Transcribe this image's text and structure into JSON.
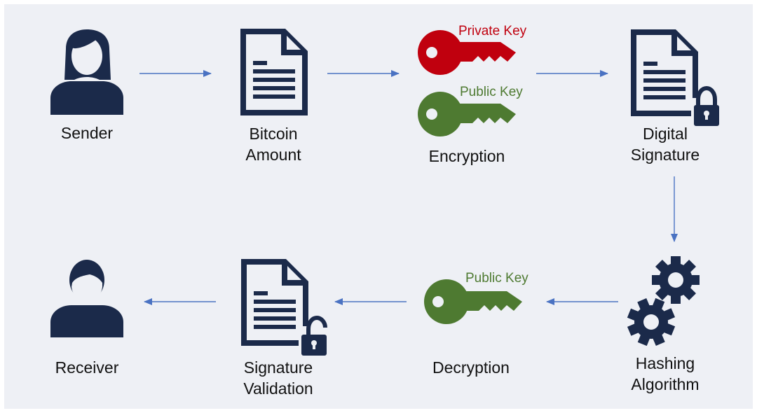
{
  "colors": {
    "navy": "#1b2a4a",
    "private_key": "#c0000e",
    "public_key": "#4e7a31",
    "arrow": "#4a72c2",
    "background": "#eef0f5"
  },
  "nodes": {
    "sender": {
      "label": "Sender",
      "icon": "person-female-icon"
    },
    "bitcoin_amount": {
      "label": "Bitcoin\nAmount",
      "icon": "document-icon"
    },
    "encryption": {
      "label": "Encryption",
      "private_key_label": "Private Key",
      "public_key_label": "Public Key",
      "icon": "key-icon"
    },
    "digital_signature": {
      "label": "Digital\nSignature",
      "icon": "locked-document-icon"
    },
    "hashing_algorithm": {
      "label": "Hashing\nAlgorithm",
      "icon": "gears-icon"
    },
    "decryption": {
      "label": "Decryption",
      "public_key_label": "Public Key",
      "icon": "key-icon"
    },
    "signature_validation": {
      "label": "Signature\nValidation",
      "icon": "unlocked-document-icon"
    },
    "receiver": {
      "label": "Receiver",
      "icon": "person-male-icon"
    }
  },
  "flow": [
    [
      "sender",
      "bitcoin_amount"
    ],
    [
      "bitcoin_amount",
      "encryption"
    ],
    [
      "encryption",
      "digital_signature"
    ],
    [
      "digital_signature",
      "hashing_algorithm"
    ],
    [
      "hashing_algorithm",
      "decryption"
    ],
    [
      "decryption",
      "signature_validation"
    ],
    [
      "signature_validation",
      "receiver"
    ]
  ]
}
